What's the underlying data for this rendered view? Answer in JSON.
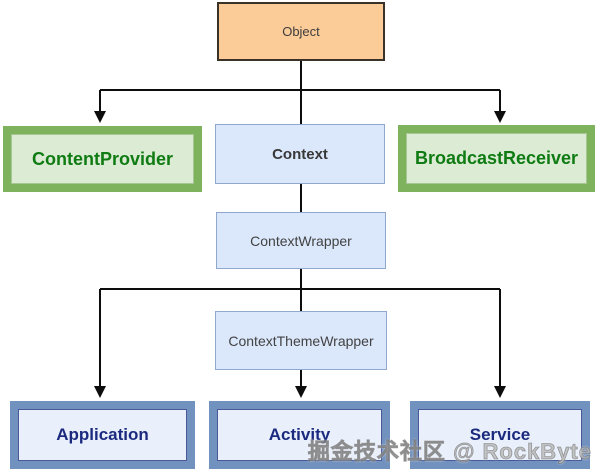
{
  "diagram": {
    "type": "class-hierarchy-flowchart",
    "subject": "Android Context class hierarchy",
    "watermark": "掘金技术社区 @ RockByte",
    "palette": {
      "background": "#FFFFFF",
      "edge_line": "#0D0D0D",
      "object_fill": "#FBCB98",
      "object_border": "#3A3226",
      "green_frame": "#7EB25C",
      "green_inner_fill": "#DCEBD3",
      "green_text": "#0F7B13",
      "light_blue_fill": "#DBE8FB",
      "light_blue_border": "#8FA8CC",
      "blue_frame": "#7191BE",
      "blue_inner_fill": "#E9F0FC",
      "navy_text": "#1B2A7E",
      "plain_text": "#3D3D3D",
      "watermark_gray": "#8A8A8A"
    },
    "nodes": {
      "object": {
        "label": "Object"
      },
      "content_provider": {
        "label": "ContentProvider"
      },
      "context": {
        "label": "Context"
      },
      "broadcast_receiver": {
        "label": "BroadcastReceiver"
      },
      "context_wrapper": {
        "label": "ContextWrapper"
      },
      "context_theme_wrapper": {
        "label": "ContextThemeWrapper"
      },
      "application": {
        "label": "Application"
      },
      "activity": {
        "label": "Activity"
      },
      "service": {
        "label": "Service"
      }
    },
    "edges": [
      {
        "from": "Object",
        "to": "ContentProvider",
        "arrowhead": true
      },
      {
        "from": "Object",
        "to": "Context",
        "arrowhead": false
      },
      {
        "from": "Object",
        "to": "BroadcastReceiver",
        "arrowhead": true
      },
      {
        "from": "Context",
        "to": "ContextWrapper",
        "arrowhead": false
      },
      {
        "from": "ContextWrapper",
        "to": "Application",
        "arrowhead": true
      },
      {
        "from": "ContextWrapper",
        "to": "ContextThemeWrapper",
        "arrowhead": false
      },
      {
        "from": "ContextWrapper",
        "to": "Service",
        "arrowhead": true
      },
      {
        "from": "ContextThemeWrapper",
        "to": "Activity",
        "arrowhead": true
      }
    ]
  }
}
